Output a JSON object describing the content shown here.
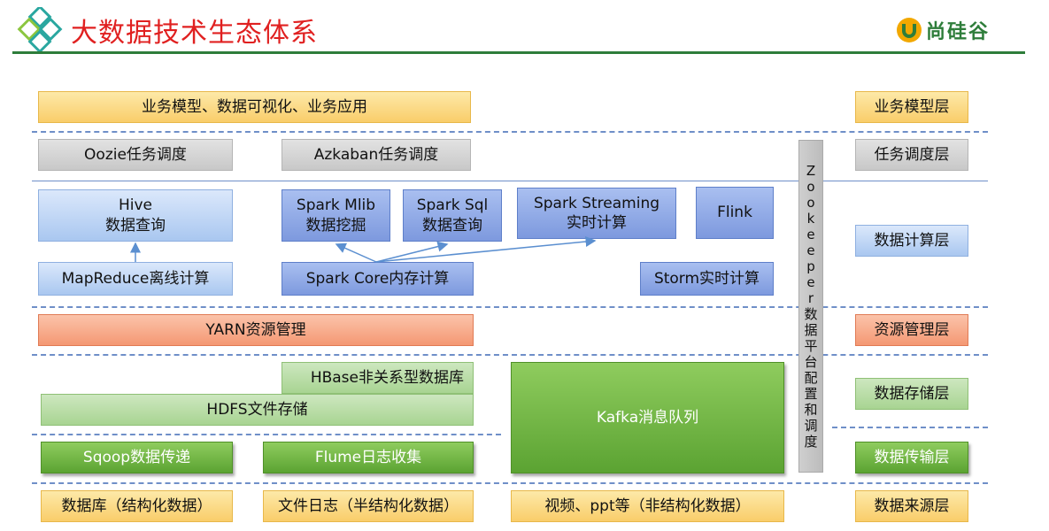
{
  "header": {
    "title": "大数据技术生态体系",
    "brand": "尚硅谷"
  },
  "boxes": {
    "business_app": "业务模型、数据可视化、业务应用",
    "oozie": "Oozie任务调度",
    "azkaban": "Azkaban任务调度",
    "hive_top": "Hive",
    "hive_bottom": "数据查询",
    "spark_mlib_top": "Spark Mlib",
    "spark_mlib_bottom": "数据挖掘",
    "spark_sql_top": "Spark Sql",
    "spark_sql_bottom": "数据查询",
    "spark_streaming_top": "Spark Streaming",
    "spark_streaming_bottom": "实时计算",
    "flink": "Flink",
    "mapreduce": "MapReduce离线计算",
    "spark_core": "Spark Core内存计算",
    "storm": "Storm实时计算",
    "yarn": "YARN资源管理",
    "hbase": "HBase非关系型数据库",
    "hdfs": "HDFS文件存储",
    "kafka": "Kafka消息队列",
    "sqoop": "Sqoop数据传递",
    "flume": "Flume日志收集",
    "src_db": "数据库（结构化数据）",
    "src_log": "文件日志（半结构化数据）",
    "src_video": "视频、ppt等（非结构化数据）",
    "zookeeper": [
      "Z",
      "o",
      "o",
      "k",
      "e",
      "e",
      "p",
      "e",
      "r",
      "数",
      "据",
      "平",
      "台",
      "配",
      "置",
      "和",
      "调",
      "度"
    ]
  },
  "layers": {
    "business": "业务模型层",
    "schedule": "任务调度层",
    "compute": "数据计算层",
    "resource": "资源管理层",
    "storage": "数据存储层",
    "transport": "数据传输层",
    "source": "数据来源层"
  },
  "colors": {
    "title": "#e02020",
    "header_line": "#2e7d3a",
    "dash": "#6f8fc8",
    "arrow": "#5b8fd0"
  }
}
